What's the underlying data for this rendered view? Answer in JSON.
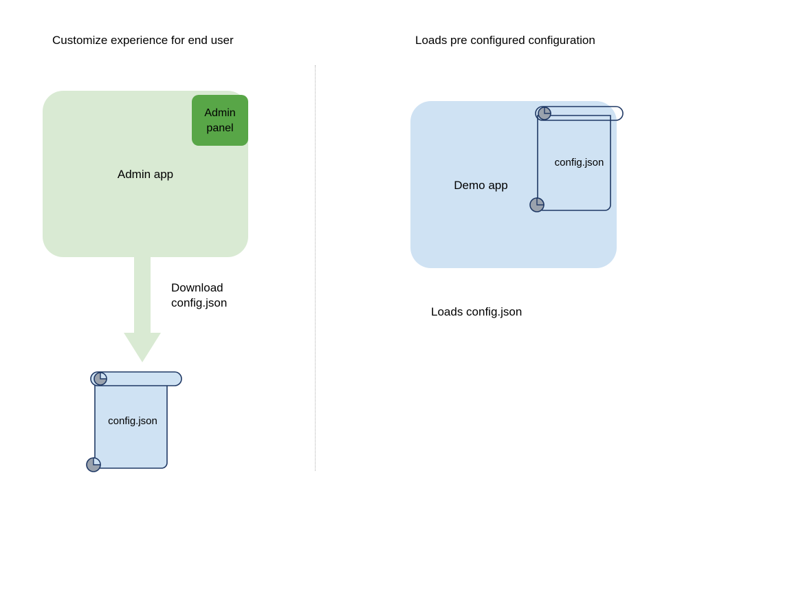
{
  "diagram": {
    "title_left": "Customize experience for end user",
    "title_right": "Loads pre configured configuration",
    "left_panel": {
      "app_box_label": "Admin app",
      "admin_panel_label": "Admin\npanel",
      "arrow_label": "Download\nconfig.json",
      "document_label": "config.json"
    },
    "right_panel": {
      "app_box_label": "Demo app",
      "document_label": "config.json",
      "caption": "Loads config.json"
    },
    "colors": {
      "admin_app_fill": "#d9ead3",
      "admin_panel_fill": "#58a647",
      "demo_app_fill": "#cfe2f3",
      "document_fill": "#cfe2f3",
      "document_stroke": "#1f3864",
      "document_roll_fill": "#9aa2ad",
      "arrow_fill": "#d9ead3",
      "divider_color": "#b0b0b0",
      "text_color": "#000000",
      "background": "#ffffff"
    }
  }
}
